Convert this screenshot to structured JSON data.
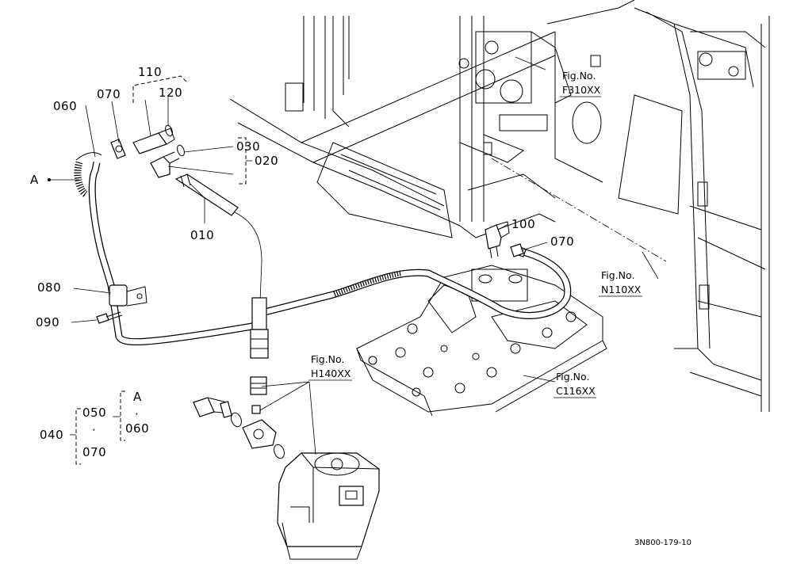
{
  "diagram": {
    "callouts": {
      "c010": "010",
      "c020": "020",
      "c030": "030",
      "c040": "040",
      "c050": "050",
      "c060_top": "060",
      "c060_group": "060",
      "c070_top": "070",
      "c070_right": "070",
      "c070_group": "070",
      "c080": "080",
      "c090": "090",
      "c100": "100",
      "c110": "110",
      "c120": "120",
      "cA_left": "A",
      "cA_group": "A",
      "dot": "·"
    },
    "figure_refs": {
      "f310": {
        "label": "Fig.No.",
        "code": "F310XX"
      },
      "n110": {
        "label": "Fig.No.",
        "code": "N110XX"
      },
      "h140": {
        "label": "Fig.No.",
        "code": "H140XX"
      },
      "c116": {
        "label": "Fig.No.",
        "code": "C116XX"
      }
    },
    "drawing_code": "3N800-179-10"
  }
}
